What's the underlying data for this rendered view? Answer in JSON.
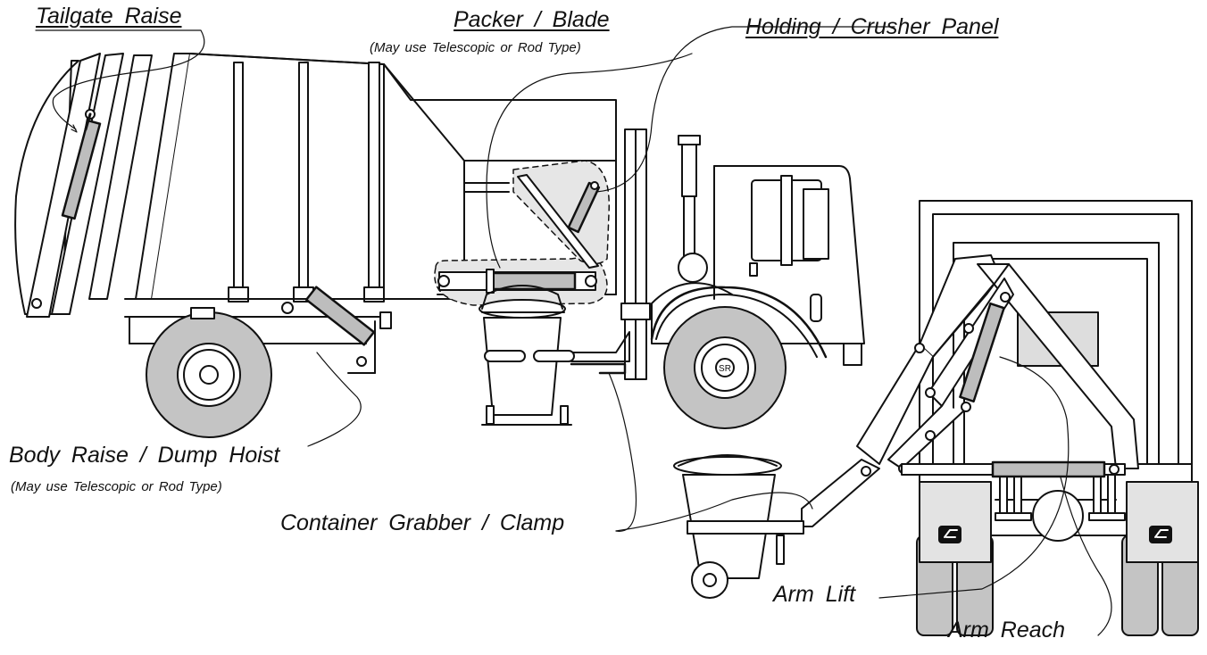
{
  "labels": {
    "tailgate_raise": "Tailgate Raise",
    "packer_blade": "Packer / Blade",
    "packer_blade_note": "(May use Telescopic or Rod Type)",
    "holding_crusher": "Holding / Crusher Panel",
    "body_raise": "Body Raise / Dump Hoist",
    "body_raise_note": "(May use Telescopic or Rod Type)",
    "container_grabber": "Container Grabber / Clamp",
    "arm_lift": "Arm Lift",
    "arm_reach": "Arm Reach"
  },
  "badges": {
    "hub_mark": "SR"
  },
  "colors": {
    "ink": "#111111",
    "cylinder_fill": "#bdbdbd",
    "highlight_zone": "#e6e6e6",
    "tire_fill": "#c4c4c4"
  }
}
